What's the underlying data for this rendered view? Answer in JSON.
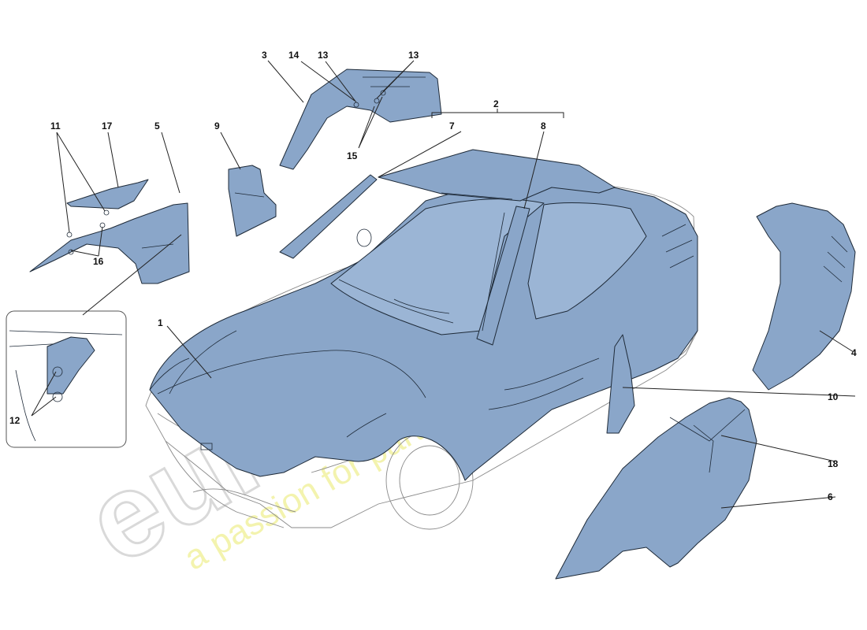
{
  "diagram": {
    "watermark_brand": "eurospares",
    "watermark_tagline": "a passion for parts since 1985",
    "colors": {
      "part_fill": "#8aa6c9",
      "part_stroke": "#1e2a38",
      "outline": "#8a8a8a"
    },
    "callouts": [
      "1",
      "2",
      "3",
      "4",
      "5",
      "6",
      "7",
      "8",
      "9",
      "10",
      "11",
      "12",
      "13",
      "13",
      "14",
      "15",
      "16",
      "17",
      "18"
    ]
  }
}
